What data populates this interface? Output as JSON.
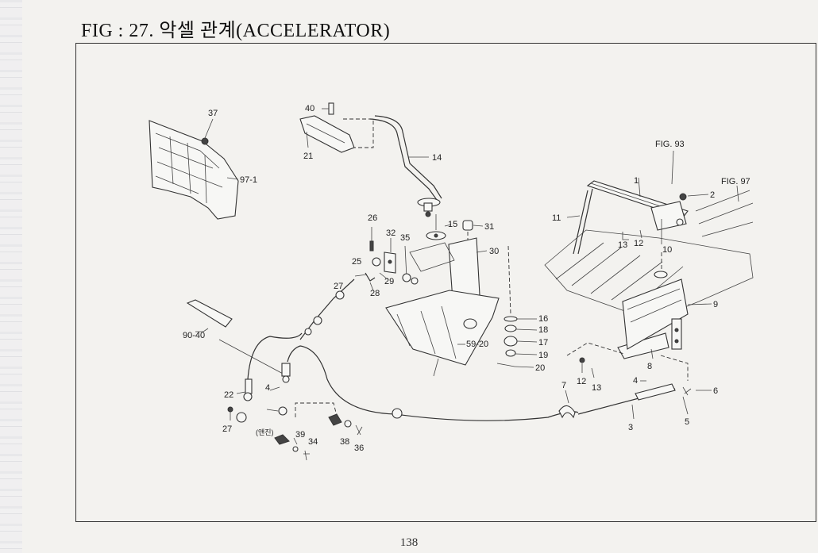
{
  "page": {
    "title": "FIG : 27. 악셀 관계(ACCELERATOR)",
    "page_number": "138"
  },
  "labels": {
    "p37": "37",
    "p97_1": "97-1",
    "p40": "40",
    "p21": "21",
    "p14": "14",
    "fig93": "FIG. 93",
    "fig97": "FIG. 97",
    "p1": "1",
    "p2": "2",
    "p11": "11",
    "p13a": "13",
    "p12a": "12",
    "p10": "10",
    "p9": "9",
    "p26": "26",
    "p32": "32",
    "p35": "35",
    "p15": "15",
    "p31": "31",
    "p30": "30",
    "p25": "25",
    "p27a": "27",
    "p29": "29",
    "p28": "28",
    "p16": "16",
    "p18": "18",
    "p17": "17",
    "p19": "19",
    "p20": "20",
    "p59_20": "59-20",
    "p90_40": "90-40",
    "p22": "22",
    "p4a": "4",
    "p27b": "27",
    "note": "(앤진)",
    "p39": "39",
    "p34": "34",
    "p38": "38",
    "p36": "36",
    "p7": "7",
    "p12b": "12",
    "p13b": "13",
    "p8": "8",
    "p4b": "4",
    "p6": "6",
    "p5": "5",
    "p3": "3"
  }
}
